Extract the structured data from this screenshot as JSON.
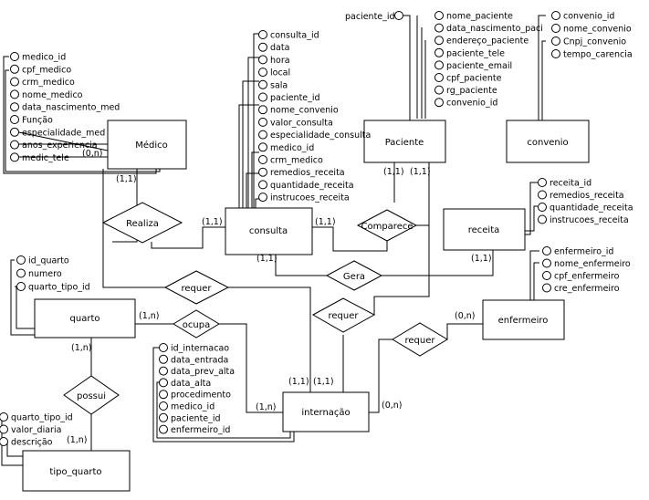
{
  "entities": {
    "medico": "Médico",
    "paciente": "Paciente",
    "convenio": "convenio",
    "consulta": "consulta",
    "receita": "receita",
    "quarto": "quarto",
    "enfermeiro": "enfermeiro",
    "internacao": "internação",
    "tipo_quarto": "tipo_quarto"
  },
  "relationships": {
    "realiza": "Realiza",
    "comparece": "Comparece",
    "gera": "Gera",
    "requer_top": "requer",
    "ocupa": "ocupa",
    "requer_mid": "requer",
    "requer_right": "requer",
    "possui": "possui"
  },
  "attributes": {
    "medico": [
      "medico_id",
      "cpf_medico",
      "crm_medico",
      "nome_medico",
      "data_nascimento_med",
      "Função",
      "especialidade_med",
      "anos_experiencia",
      "medic_tele"
    ],
    "consulta": [
      "consulta_id",
      "data",
      "hora",
      "local",
      "sala",
      "paciente_id",
      "nome_convenio",
      "valor_consulta",
      "especialidade_consulta",
      "medico_id",
      "crm_medico",
      "remedios_receita",
      "quantidade_receita",
      "instrucoes_receita"
    ],
    "paciente_key": "paciente_id",
    "paciente": [
      "nome_paciente",
      "data_nascimento_paci",
      "endereço_paciente",
      "paciente_tele",
      "paciente_email",
      "cpf_paciente",
      "rg_paciente",
      "convenio_id"
    ],
    "convenio": [
      "convenio_id",
      "nome_convenio",
      "Cnpj_convenio",
      "tempo_carencia"
    ],
    "receita": [
      "receita_id",
      "remedios_receita",
      "quantidade_receita",
      "instrucoes_receita"
    ],
    "enfermeiro": [
      "enfermeiro_id",
      "nome_enfermeiro",
      "cpf_enfermeiro",
      "cre_enfermeiro"
    ],
    "quarto": [
      "id_quarto",
      "numero",
      "quarto_tipo_id"
    ],
    "internacao": [
      "id_internacao",
      "data_entrada",
      "data_prev_alta",
      "data_alta",
      "procedimento",
      "medico_id",
      "paciente_id",
      "enfermeiro_id"
    ],
    "tipo_quarto": [
      "quarto_tipo_id",
      "valor_diaria",
      "descrição"
    ]
  },
  "cardinalities": {
    "medico_realiza": "(1,1)",
    "medico_side": "(0,n)",
    "consulta_realiza": "(1,1)",
    "consulta_comparece": "(1,1)",
    "paciente_left": "(1,1)",
    "paciente_right": "(1,1)",
    "consulta_gera": "(1,1)",
    "receita_gera": "(1,1)",
    "quarto_ocupa": "(1,n)",
    "quarto_possui": "(1,n)",
    "tipo_quarto_possui": "(1,n)",
    "internacao_ocupa": "(1,n)",
    "internacao_top_left": "(1,1)",
    "internacao_top_right": "(1,1)",
    "internacao_right": "(0,n)",
    "enfermeiro_requer": "(0,n)"
  }
}
